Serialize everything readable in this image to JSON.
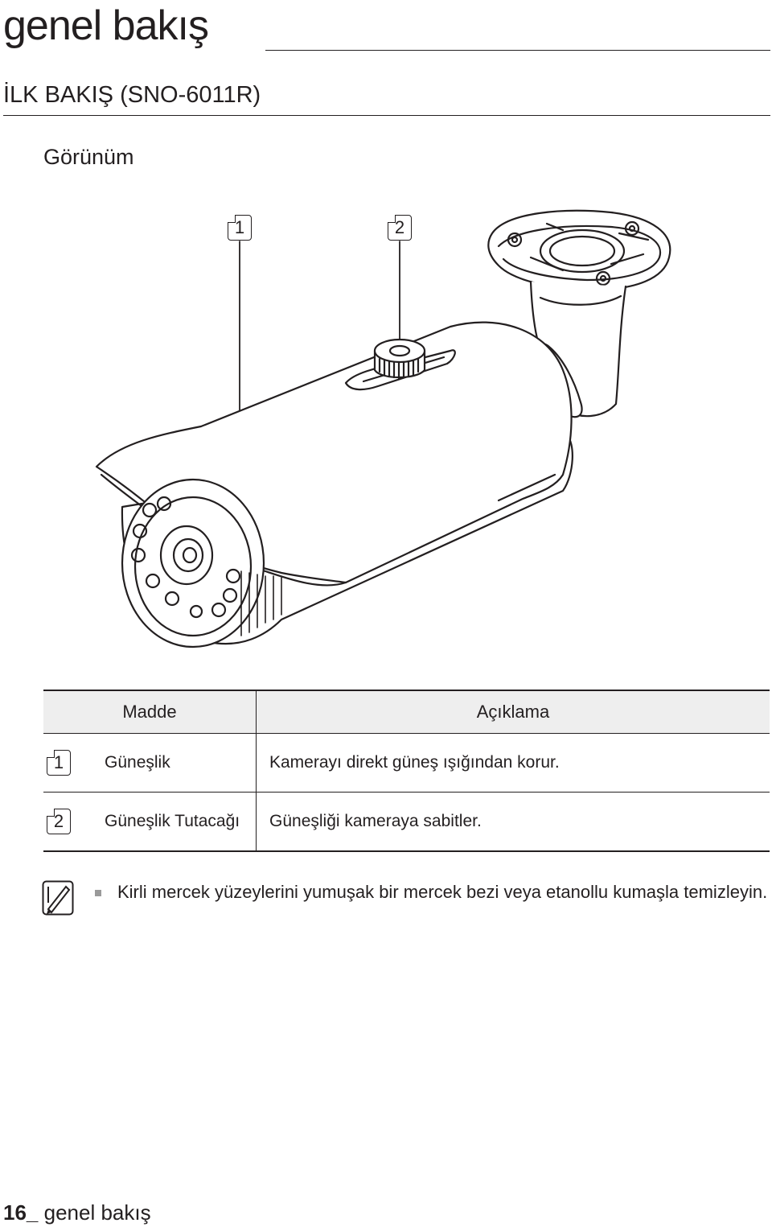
{
  "header": {
    "chapter_title": "genel bakış",
    "section_title": "İLK BAKIŞ (SNO-6011R)",
    "subsection_title": "Görünüm"
  },
  "figure": {
    "callouts": [
      "1",
      "2"
    ]
  },
  "table": {
    "headers": [
      "Madde",
      "Açıklama"
    ],
    "rows": [
      {
        "num": "1",
        "item": "Güneşlik",
        "desc": "Kamerayı direkt güneş ışığından korur."
      },
      {
        "num": "2",
        "item": "Güneşlik Tutacağı",
        "desc": "Güneşliği kameraya sabitler."
      }
    ]
  },
  "note": {
    "icon": "note-pencil-icon",
    "text": "Kirli mercek yüzeylerini yumuşak bir mercek bezi veya etanollu kumaşla temizleyin."
  },
  "footer": {
    "page_number": "16_",
    "label": "genel bakış"
  }
}
